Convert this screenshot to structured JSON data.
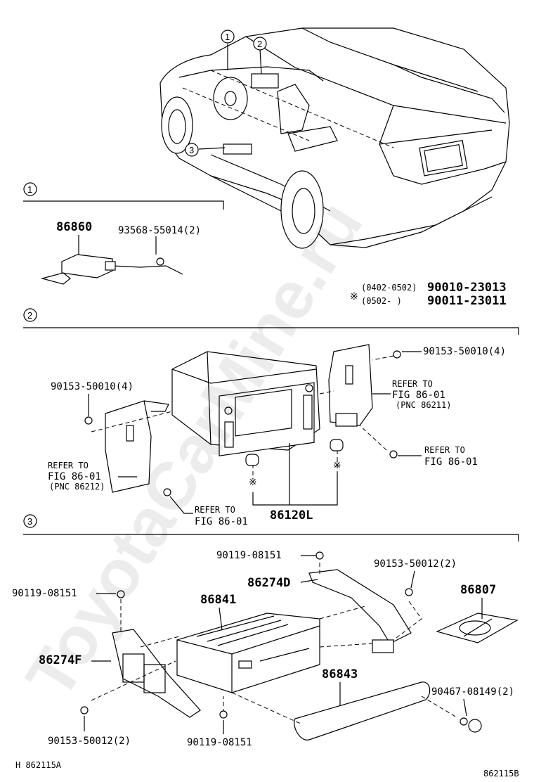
{
  "watermark": "ToyotaCarMine.ru",
  "sections": [
    {
      "num": "1"
    },
    {
      "num": "2"
    },
    {
      "num": "3"
    }
  ],
  "car": {
    "callouts": [
      "1",
      "2",
      "3"
    ]
  },
  "section1": {
    "part_86860": "86860",
    "part_93568": "93568-55014(2)",
    "note_mark": "※",
    "note_row1_range": "(0402-0502)",
    "note_row1_part": "90010-23013",
    "note_row2_range": "(0502-     )",
    "note_row2_part": "90011-23011"
  },
  "section2": {
    "bolt_right": "90153-50010(4)",
    "bolt_left": "90153-50010(4)",
    "refer_right1_a": "REFER TO",
    "refer_right1_b": "FIG 86-01",
    "refer_right1_c": "(PNC 86211)",
    "refer_right2_a": "REFER TO",
    "refer_right2_b": "FIG 86-01",
    "refer_left1_a": "REFER TO",
    "refer_left1_b": "FIG 86-01",
    "refer_left1_c": "(PNC 86212)",
    "refer_bottom_a": "REFER TO",
    "refer_bottom_b": "FIG 86-01",
    "unit": "86120L",
    "mark": "※"
  },
  "section3": {
    "screw_top": "90119-08151",
    "screw_left": "90119-08151",
    "screw_bottom": "90119-08151",
    "bolt_top": "90153-50012(2)",
    "bolt_bottom": "90153-50012(2)",
    "bracket_right": "86274D",
    "bracket_left": "86274F",
    "changer": "86841",
    "disc": "86807",
    "cover": "86843",
    "clip": "90467-08149(2)"
  },
  "footer": {
    "left": "H  862115A",
    "right": "862115B"
  }
}
